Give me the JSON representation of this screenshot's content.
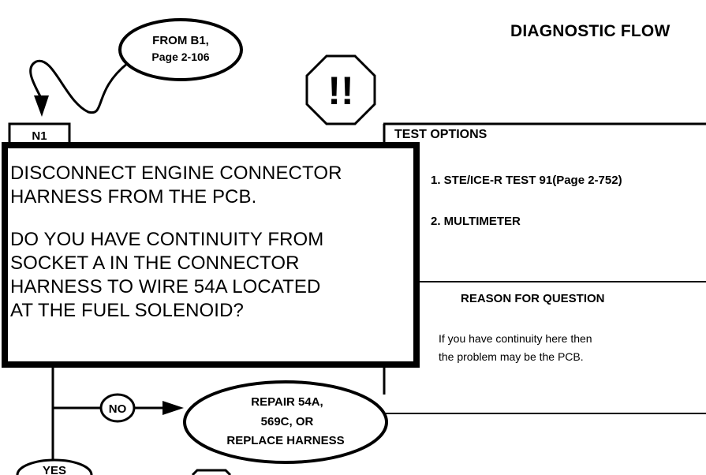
{
  "title": "DIAGNOSTIC FLOW",
  "from_connector": {
    "line1": "FROM B1,",
    "line2": "Page 2-106"
  },
  "warning_symbol": {
    "text": "!!",
    "icon": "octagon-warning-icon"
  },
  "step": {
    "label": "N1",
    "instruction": "DISCONNECT ENGINE CONNECTOR\nHARNESS FROM THE PCB.",
    "question": "DO YOU HAVE CONTINUITY FROM\nSOCKET A IN THE CONNECTOR\nHARNESS TO WIRE 54A LOCATED\nAT THE FUEL SOLENOID?"
  },
  "test_options": {
    "heading": "TEST OPTIONS",
    "items": [
      "1. STE/ICE-R TEST 91(Page 2-752)",
      "2. MULTIMETER"
    ]
  },
  "reason": {
    "heading": "REASON FOR QUESTION",
    "text": "If you have continuity here then\nthe problem may be the PCB."
  },
  "branches": {
    "no_label": "NO",
    "yes_label": "YES",
    "repair": {
      "line1": "REPAIR 54A,",
      "line2": "569C, OR",
      "line3": "REPLACE HARNESS"
    }
  }
}
